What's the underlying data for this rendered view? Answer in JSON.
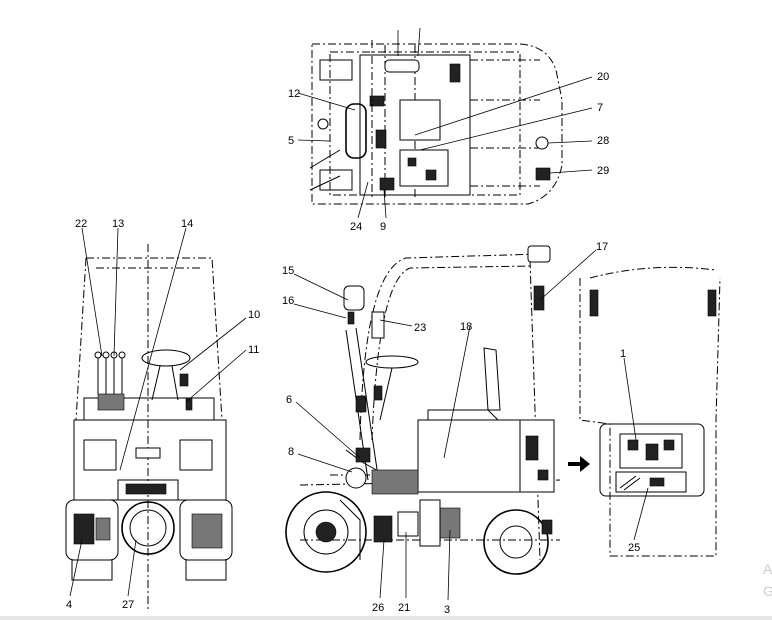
{
  "callouts": {
    "c1": "1",
    "c3": "3",
    "c4": "4",
    "c5": "5",
    "c6": "6",
    "c7": "7",
    "c8": "8",
    "c9": "9",
    "c10": "10",
    "c11": "11",
    "c12": "12",
    "c13": "13",
    "c14": "14",
    "c15": "15",
    "c16": "16",
    "c17": "17",
    "c18": "18",
    "c20": "20",
    "c21": "21",
    "c22": "22",
    "c23": "23",
    "c24": "24",
    "c25": "25",
    "c26": "26",
    "c27": "27",
    "c28": "28",
    "c29": "29"
  },
  "watermark": {
    "line1": "A",
    "line2": "G"
  }
}
